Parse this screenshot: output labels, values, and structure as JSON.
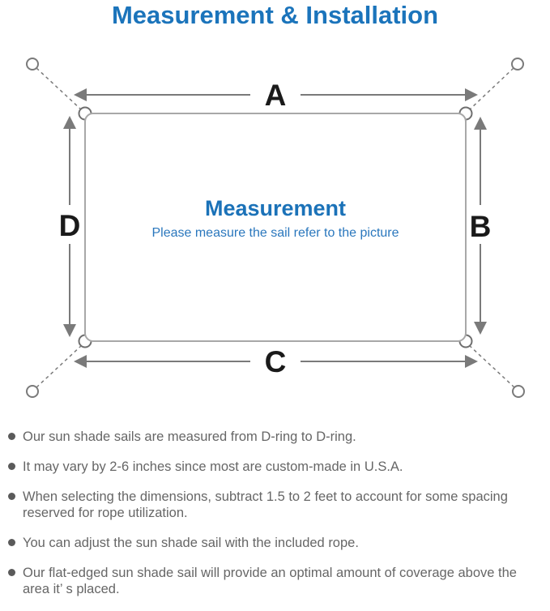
{
  "title": "Measurement & Installation",
  "diagram": {
    "labels": {
      "top": "A",
      "right": "B",
      "bottom": "C",
      "left": "D"
    },
    "center_title": "Measurement",
    "center_subtitle": "Please measure the sail refer to the picture"
  },
  "notes": {
    "items": [
      "Our sun shade sails are measured from D-ring to D-ring.",
      "It may vary by 2-6 inches since most are custom-made in U.S.A.",
      "When selecting the dimensions, subtract 1.5 to 2 feet to account for some spacing reserved for rope utilization.",
      "You can adjust the sun shade sail with the included rope.",
      "Our flat-edged sun shade sail will provide an optimal amount of coverage above the area it’ s placed."
    ]
  },
  "colors": {
    "accent_blue": "#1b74bb",
    "callout_blue": "#2a77bd",
    "body_gray": "#666666",
    "arrow_gray": "#7a7a7a",
    "sail_outline_gray": "#a8a8a8"
  }
}
